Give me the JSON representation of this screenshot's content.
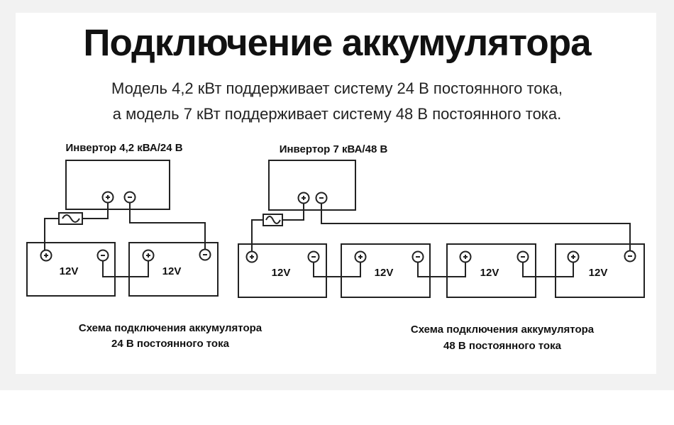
{
  "title": "Подключение аккумулятора",
  "subtitle": [
    "Модель 4,2 кВт поддерживает систему 24 В постоянного тока,",
    "а модель 7 кВт поддерживает систему 48 В постоянного тока."
  ],
  "left": {
    "inverter_label": "Инвертор 4,2 кВА/24 В",
    "battery_label": "12V",
    "caption": [
      "Схема подключения аккумулятора",
      "24 В постоянного тока"
    ]
  },
  "right": {
    "inverter_label": "Инвертор 7 кВА/48 В",
    "battery_label": "12V",
    "caption": [
      "Схема подключения аккумулятора",
      "48 В постоянного тока"
    ]
  }
}
